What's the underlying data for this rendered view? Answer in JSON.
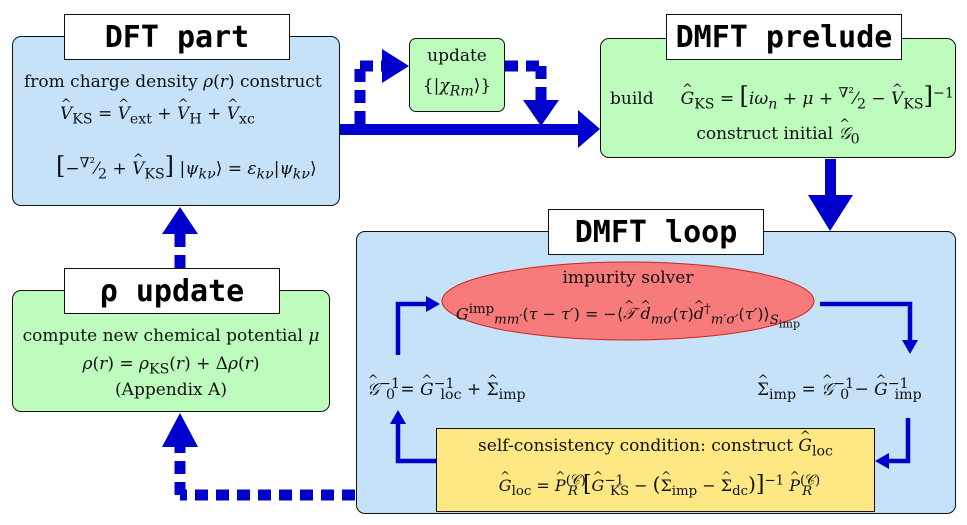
{
  "dft": {
    "title": "DFT part",
    "line1": "from charge density ρ(r) construct",
    "line2": "V̂KS = V̂ext + V̂H + V̂xc",
    "line3": "[−∇²/2 + V̂KS] |ψkν⟩ = εkν|ψkν⟩"
  },
  "update_small": {
    "line1": "update",
    "line2": "{|χRm⟩}"
  },
  "prelude": {
    "title": "DMFT prelude",
    "line1": "build     ĜKS = [iωn + μ + ∇²/2 − V̂KS]⁻¹",
    "line2": "construct initial 𝒢̂0"
  },
  "rho_update": {
    "title": "ρ update",
    "line1": "compute new chemical potential μ",
    "line2": "ρ(r) = ρKS(r) + Δρ(r)",
    "line3": "(Appendix A)"
  },
  "loop": {
    "title": "DMFT loop",
    "solver_label": "impurity solver",
    "solver_eq": "Gimp_mm′(τ − τ′) = −⟨T̂ d̂mσ(τ) d̂†m′σ′(τ′)⟩Simp",
    "left_eq": "𝒢̂0⁻¹ = Ĝloc⁻¹ + Σ̂imp",
    "right_eq": "Σ̂imp = 𝒢̂0⁻¹ − Ĝimp⁻¹",
    "sc_label": "self-consistency condition: construct Ĝloc",
    "sc_eq": "Ĝloc = P̂R(C) [ĜKS⁻¹ − (Σ̂imp − Σ̂dc)]⁻¹ P̂R(C)"
  },
  "colors": {
    "arrow": "#0000cc",
    "blue_box": "#c5e2f8",
    "green_box": "#bdfcbd",
    "yellow_box": "#fde883",
    "red_ellipse": "#f77b7b"
  }
}
